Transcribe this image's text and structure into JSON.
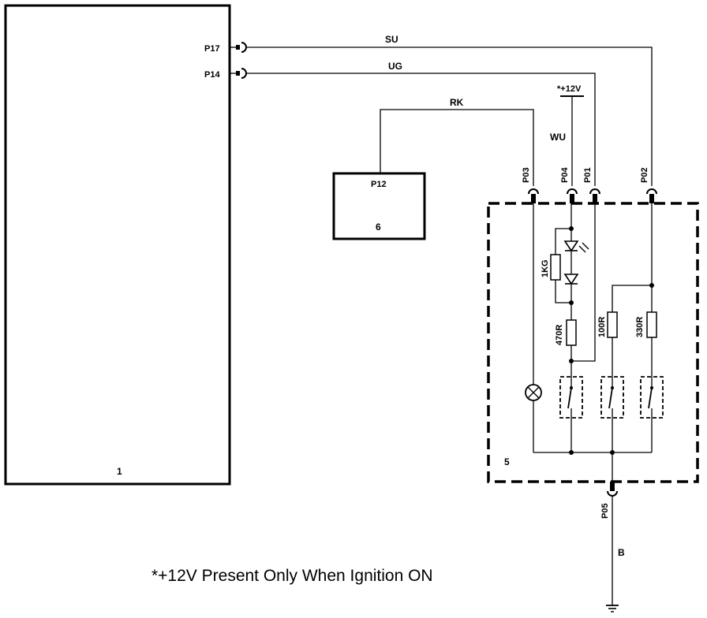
{
  "components": {
    "ecu": {
      "number": "1"
    },
    "module": {
      "number": "5"
    },
    "unit6": {
      "number": "6",
      "pin": "P12"
    }
  },
  "pins": {
    "p17": "P17",
    "p14": "P14",
    "p03": "P03",
    "p04": "P04",
    "p01": "P01",
    "p02": "P02",
    "p05": "P05"
  },
  "wires": {
    "su": "SU",
    "ug": "UG",
    "rk": "RK",
    "wu": "WU",
    "b": "B"
  },
  "supply": {
    "label": "*+12V"
  },
  "resistors": {
    "r1k": "1KG",
    "r470": "470R",
    "r100": "100R",
    "r330": "330R"
  },
  "footnote": "*+12V Present Only When Ignition ON"
}
